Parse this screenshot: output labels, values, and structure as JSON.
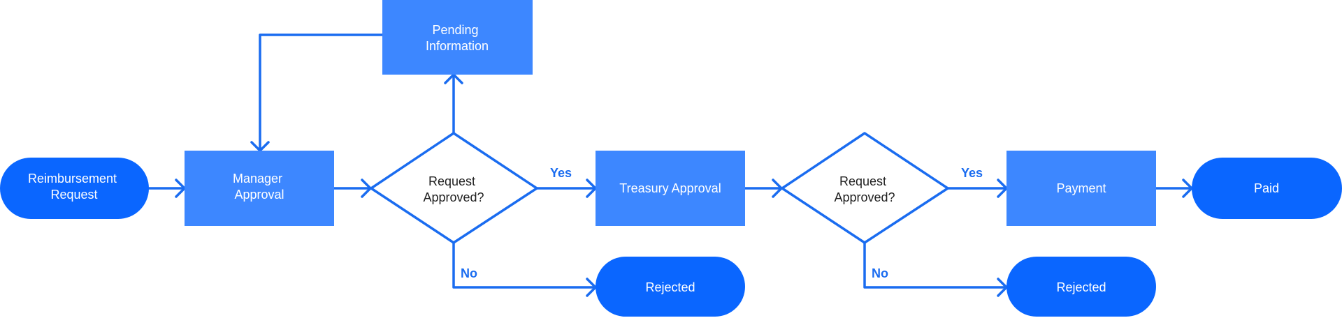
{
  "colors": {
    "terminal": "#0a66ff",
    "process": "#3d87ff",
    "connector": "#1a6cf0",
    "label": "#1a6cf0",
    "decision_text": "#1f1f1f",
    "node_text": "#ffffff"
  },
  "nodes": {
    "start": {
      "lines": [
        "Reimbursement",
        "Request"
      ]
    },
    "manager_approval": {
      "lines": [
        "Manager",
        "Approval"
      ]
    },
    "pending_information": {
      "lines": [
        "Pending",
        "Information"
      ]
    },
    "decision_1": {
      "lines": [
        "Request",
        "Approved?"
      ]
    },
    "treasury_approval": {
      "lines": [
        "Treasury Approval"
      ]
    },
    "decision_2": {
      "lines": [
        "Request",
        "Approved?"
      ]
    },
    "payment": {
      "lines": [
        "Payment"
      ]
    },
    "paid": {
      "lines": [
        "Paid"
      ]
    },
    "rejected_1": {
      "lines": [
        "Rejected"
      ]
    },
    "rejected_2": {
      "lines": [
        "Rejected"
      ]
    }
  },
  "labels": {
    "yes_1": "Yes",
    "no_1": "No",
    "yes_2": "Yes",
    "no_2": "No"
  }
}
